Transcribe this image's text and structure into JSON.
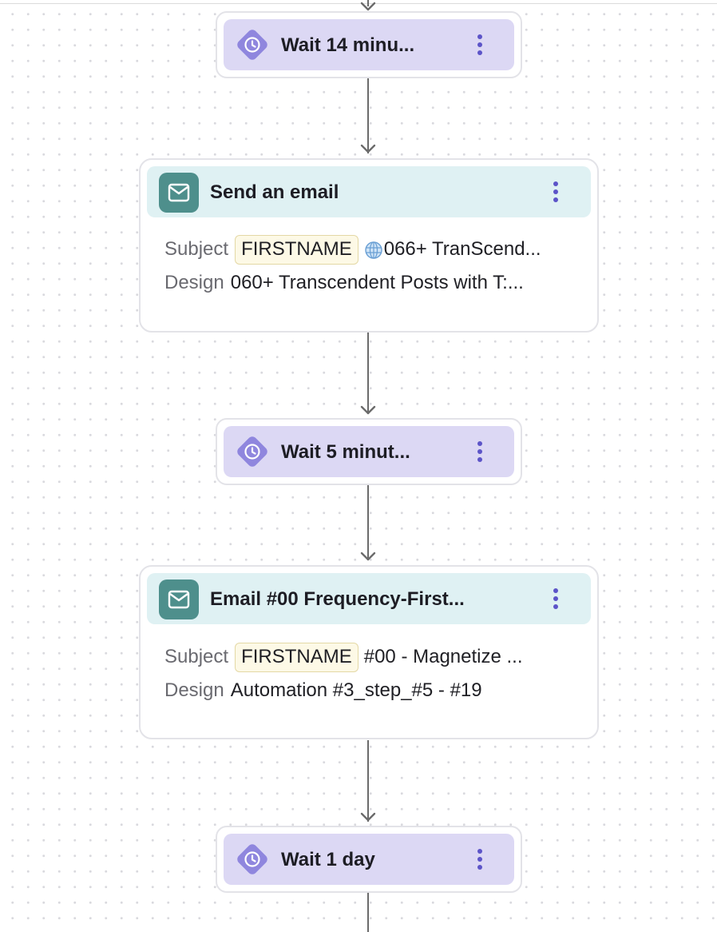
{
  "steps": [
    {
      "kind": "wait",
      "title": "Wait 14 minu...",
      "icon": "clock-icon"
    },
    {
      "kind": "email",
      "title": "Send an email",
      "icon": "mail-icon",
      "subject_label": "Subject",
      "subject_token": "FIRSTNAME",
      "subject_prefix_icon": "globe-icon",
      "subject_text": "066+ TranScend...",
      "design_label": "Design",
      "design_text": "060+ Transcendent Posts with T:..."
    },
    {
      "kind": "wait",
      "title": "Wait 5 minut...",
      "icon": "clock-icon"
    },
    {
      "kind": "email",
      "title": "Email #00 Frequency-First...",
      "icon": "mail-icon",
      "subject_label": "Subject",
      "subject_token": "FIRSTNAME",
      "subject_text": "#00 - Magnetize ...",
      "design_label": "Design",
      "design_text": "Automation #3_step_#5 - #19"
    },
    {
      "kind": "wait",
      "title": "Wait 1 day",
      "icon": "clock-icon"
    }
  ],
  "colors": {
    "wait_fill": "#dcd8f4",
    "wait_icon": "#8f86de",
    "email_header_fill": "#dff1f3",
    "email_icon": "#4e8f8c",
    "menu_dots": "#5c54c8",
    "connector": "#6b6b6b"
  }
}
